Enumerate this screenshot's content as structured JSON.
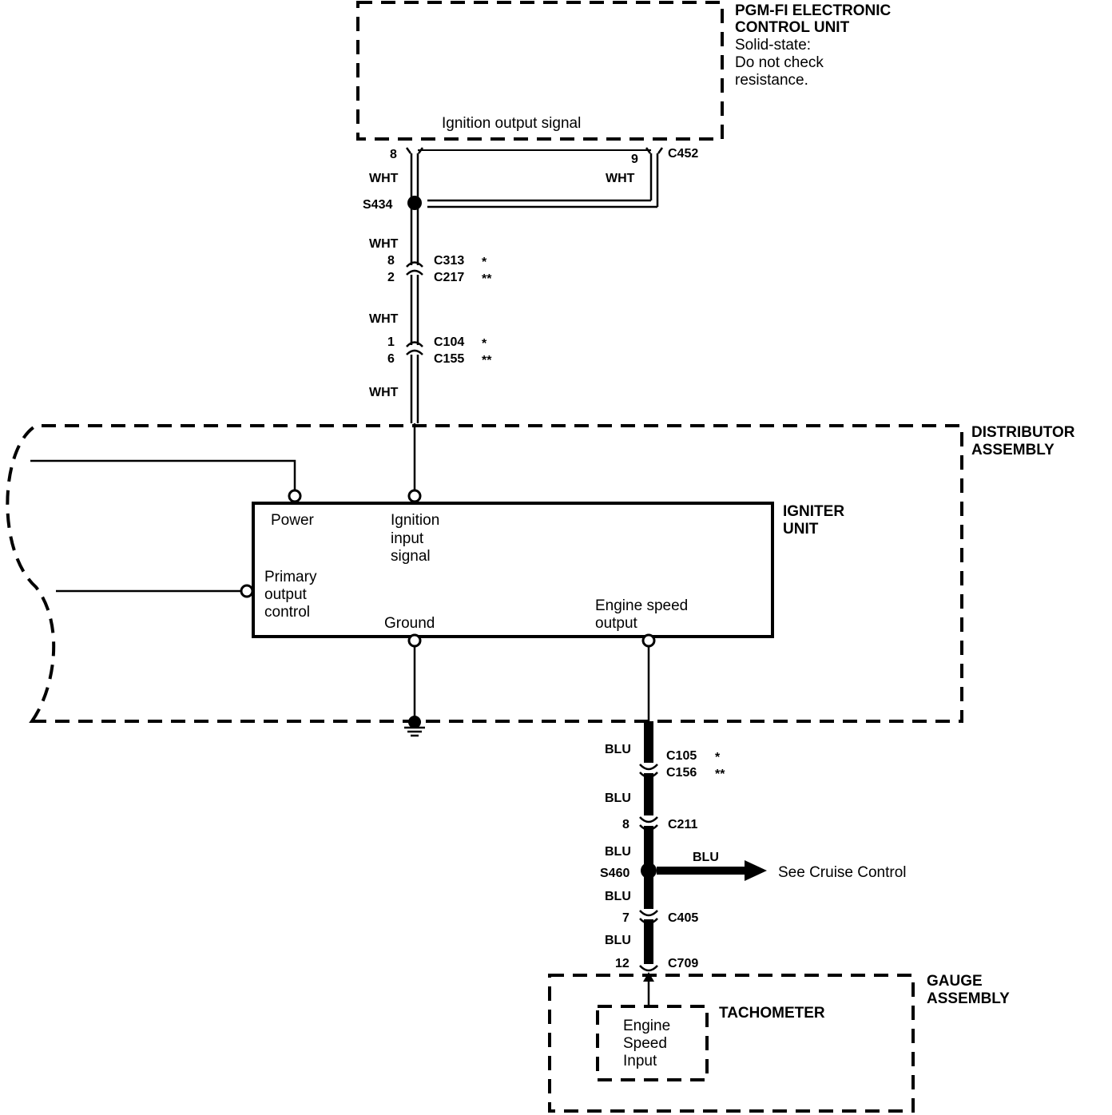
{
  "ecu": {
    "title_line1": "PGM-FI ELECTRONIC",
    "title_line2": "CONTROL UNIT",
    "note_line1": "Solid-state:",
    "note_line2": "Do not check",
    "note_line3": "resistance.",
    "signal_label": "Ignition output signal"
  },
  "wire_wht": {
    "color_name": "WHT",
    "pin_left": "8",
    "pin_right": "9",
    "connector_ecu": "C452",
    "splice": "S434",
    "conn1": {
      "pin_a": "8",
      "name_a": "C313",
      "mark_a": "*",
      "pin_b": "2",
      "name_b": "C217",
      "mark_b": "**"
    },
    "conn2": {
      "pin_a": "1",
      "name_a": "C104",
      "mark_a": "*",
      "pin_b": "6",
      "name_b": "C155",
      "mark_b": "**"
    }
  },
  "distributor": {
    "title_line1": "DISTRIBUTOR",
    "title_line2": "ASSEMBLY"
  },
  "igniter": {
    "title_line1": "IGNITER",
    "title_line2": "UNIT",
    "power": "Power",
    "ign_line1": "Ignition",
    "ign_line2": "input",
    "ign_line3": "signal",
    "prim_line1": "Primary",
    "prim_line2": "output",
    "prim_line3": "control",
    "ground": "Ground",
    "eso_line1": "Engine speed",
    "eso_line2": "output"
  },
  "wire_blu": {
    "color_name": "BLU",
    "conn1": {
      "name_a": "C105",
      "mark_a": "*",
      "name_b": "C156",
      "mark_b": "**"
    },
    "conn2": {
      "pin": "8",
      "name": "C211"
    },
    "splice": "S460",
    "branch_color": "BLU",
    "branch_target": "See Cruise Control",
    "conn3": {
      "pin": "7",
      "name": "C405"
    },
    "conn4": {
      "pin": "12",
      "name": "C709"
    }
  },
  "gauge": {
    "title_line1": "GAUGE",
    "title_line2": "ASSEMBLY",
    "tach": "TACHOMETER",
    "input_line1": "Engine",
    "input_line2": "Speed",
    "input_line3": "Input"
  }
}
